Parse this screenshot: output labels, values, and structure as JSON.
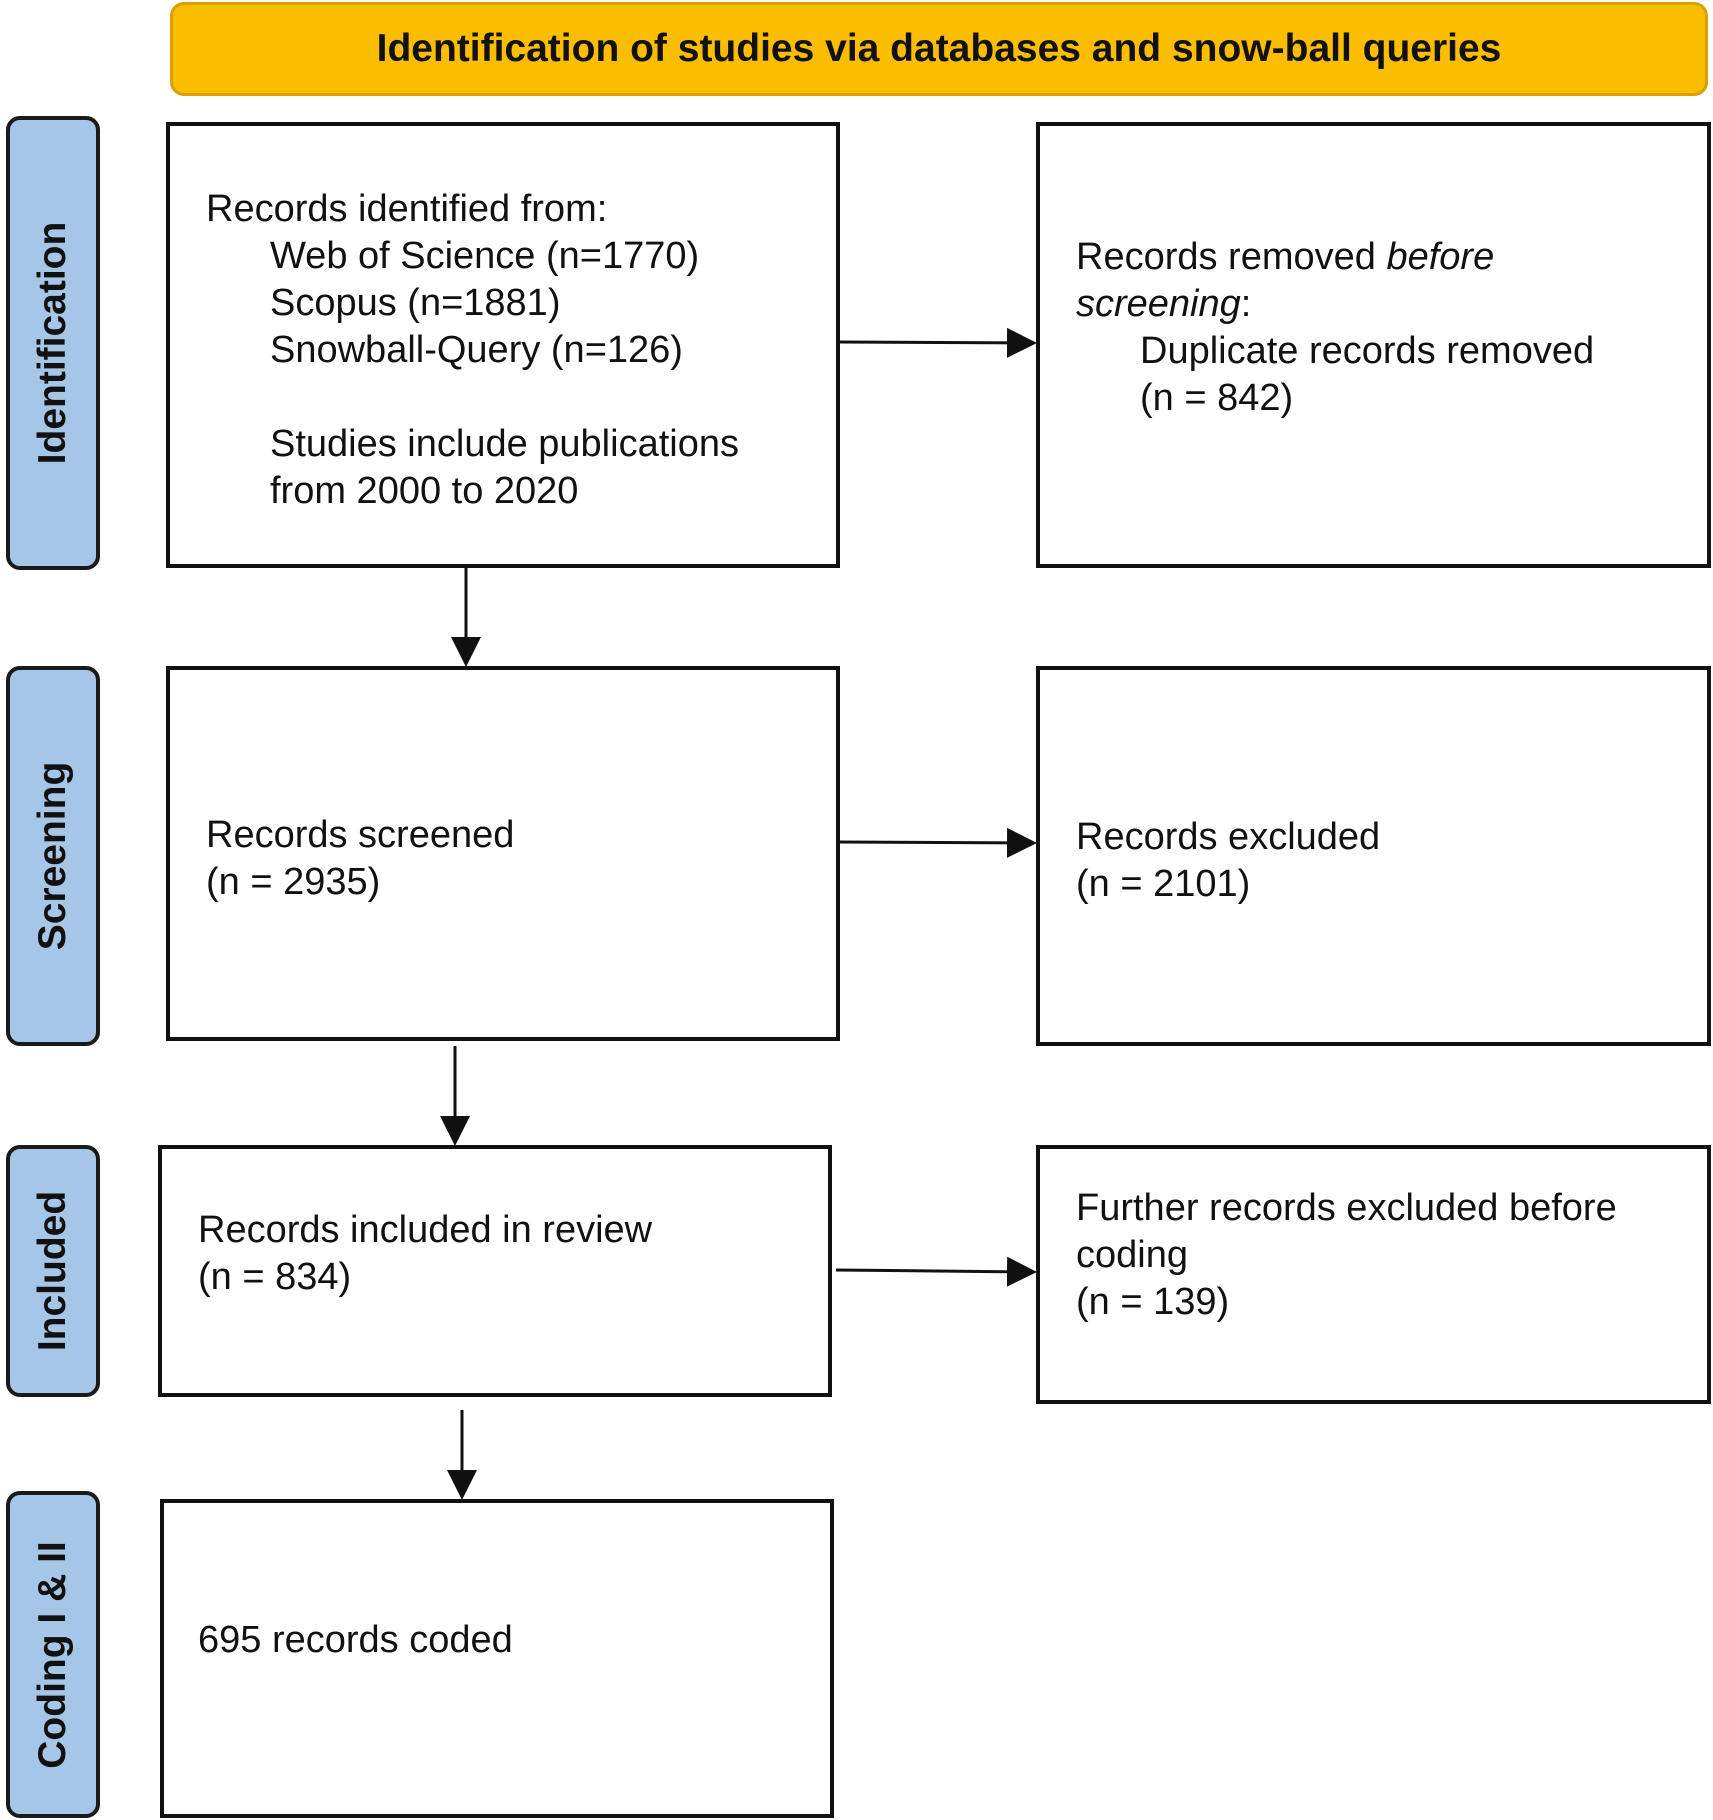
{
  "header": {
    "title": "Identification of studies via databases and snow-ball queries"
  },
  "stages": {
    "identification": "Identification",
    "screening": "Screening",
    "included": "Included",
    "coding": "Coding I & II"
  },
  "boxes": {
    "identified": {
      "heading": "Records identified from:",
      "sources": [
        "Web of Science (n=1770)",
        "Scopus (n=1881)",
        "Snowball-Query (n=126)"
      ],
      "note_line1": "Studies include publications",
      "note_line2": "from 2000 to 2020"
    },
    "removed": {
      "text1": "Records removed ",
      "text_italic1": "before",
      "text_italic2": "screening",
      "text2": ":",
      "detail_line1": "Duplicate records removed",
      "detail_line2": "(n = 842)"
    },
    "screened": {
      "line1": "Records screened",
      "line2": "(n = 2935)"
    },
    "excluded": {
      "line1": "Records excluded",
      "line2": "(n = 2101)"
    },
    "included": {
      "line1": "Records included in review",
      "line2": "(n = 834)"
    },
    "further_excluded": {
      "line1": "Further records excluded before",
      "line2": "coding",
      "line3": "(n = 139)"
    },
    "coded": {
      "line1": "695 records coded"
    }
  }
}
